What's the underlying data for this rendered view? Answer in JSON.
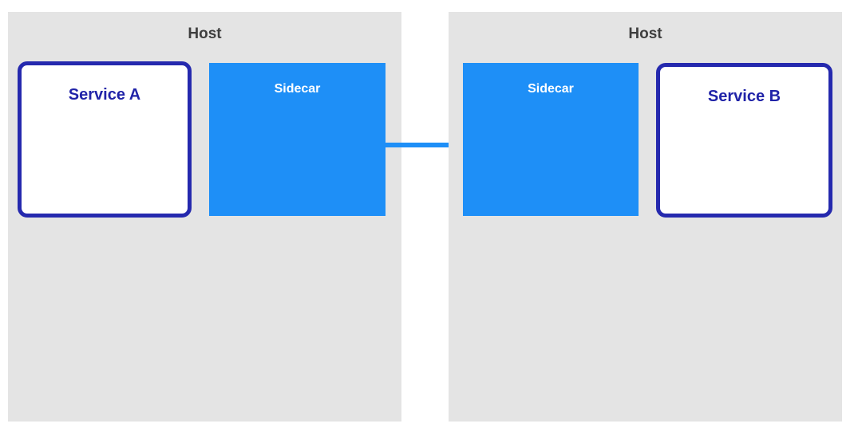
{
  "hosts": [
    {
      "label": "Host",
      "components": [
        {
          "type": "service",
          "label": "Service A"
        },
        {
          "type": "sidecar",
          "label": "Sidecar"
        }
      ]
    },
    {
      "label": "Host",
      "components": [
        {
          "type": "sidecar",
          "label": "Sidecar"
        },
        {
          "type": "service",
          "label": "Service B"
        }
      ]
    }
  ],
  "connection": {
    "from": "Sidecar (left host)",
    "to": "Sidecar (right host)",
    "style": "horizontal-line"
  },
  "colors": {
    "host_bg": "#e4e4e4",
    "host_label_text": "#3f3f3f",
    "sidecar_bg": "#1e8ff7",
    "sidecar_label_text": "#ffffff",
    "service_border": "#2529ae",
    "service_label_text": "#2023a8",
    "connector": "#1e8ff7"
  }
}
